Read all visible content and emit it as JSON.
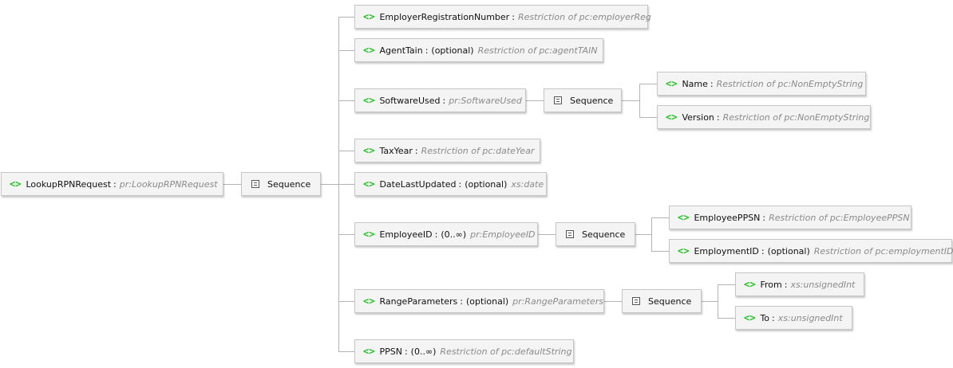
{
  "root": {
    "name": "LookupRPNRequest",
    "type": "pr:LookupRPNRequest"
  },
  "sequence_label": "Sequence",
  "children": [
    {
      "name": "EmployerRegistrationNumber",
      "card": "",
      "type": "Restriction of pc:employerReg"
    },
    {
      "name": "AgentTain",
      "card": "(optional)",
      "type": "Restriction of pc:agentTAIN"
    },
    {
      "name": "SoftwareUsed",
      "card": "",
      "type": "pr:SoftwareUsed",
      "children": [
        {
          "name": "Name",
          "card": "",
          "type": "Restriction of pc:NonEmptyString"
        },
        {
          "name": "Version",
          "card": "",
          "type": "Restriction of pc:NonEmptyString"
        }
      ]
    },
    {
      "name": "TaxYear",
      "card": "",
      "type": "Restriction of pc:dateYear"
    },
    {
      "name": "DateLastUpdated",
      "card": "(optional)",
      "type": "xs:date"
    },
    {
      "name": "EmployeeID",
      "card": "(0..∞)",
      "type": "pr:EmployeeID",
      "children": [
        {
          "name": "EmployeePPSN",
          "card": "",
          "type": "Restriction of pc:EmployeePPSN"
        },
        {
          "name": "EmploymentID",
          "card": "(optional)",
          "type": "Restriction of pc:employmentID"
        }
      ]
    },
    {
      "name": "RangeParameters",
      "card": "(optional)",
      "type": "pr:RangeParameters",
      "children": [
        {
          "name": "From",
          "card": "",
          "type": "xs:unsignedInt"
        },
        {
          "name": "To",
          "card": "",
          "type": "xs:unsignedInt"
        }
      ]
    },
    {
      "name": "PPSN",
      "card": "(0..∞)",
      "type": "Restriction of pc:defaultString"
    }
  ],
  "icons": {
    "element": "element-icon",
    "sequence": "sequence-icon"
  },
  "colors": {
    "element_icon": "#1ec31e",
    "type_text": "#8a8a8a",
    "connector": "#b4b4b4",
    "node_bg": "#f4f4f4"
  }
}
